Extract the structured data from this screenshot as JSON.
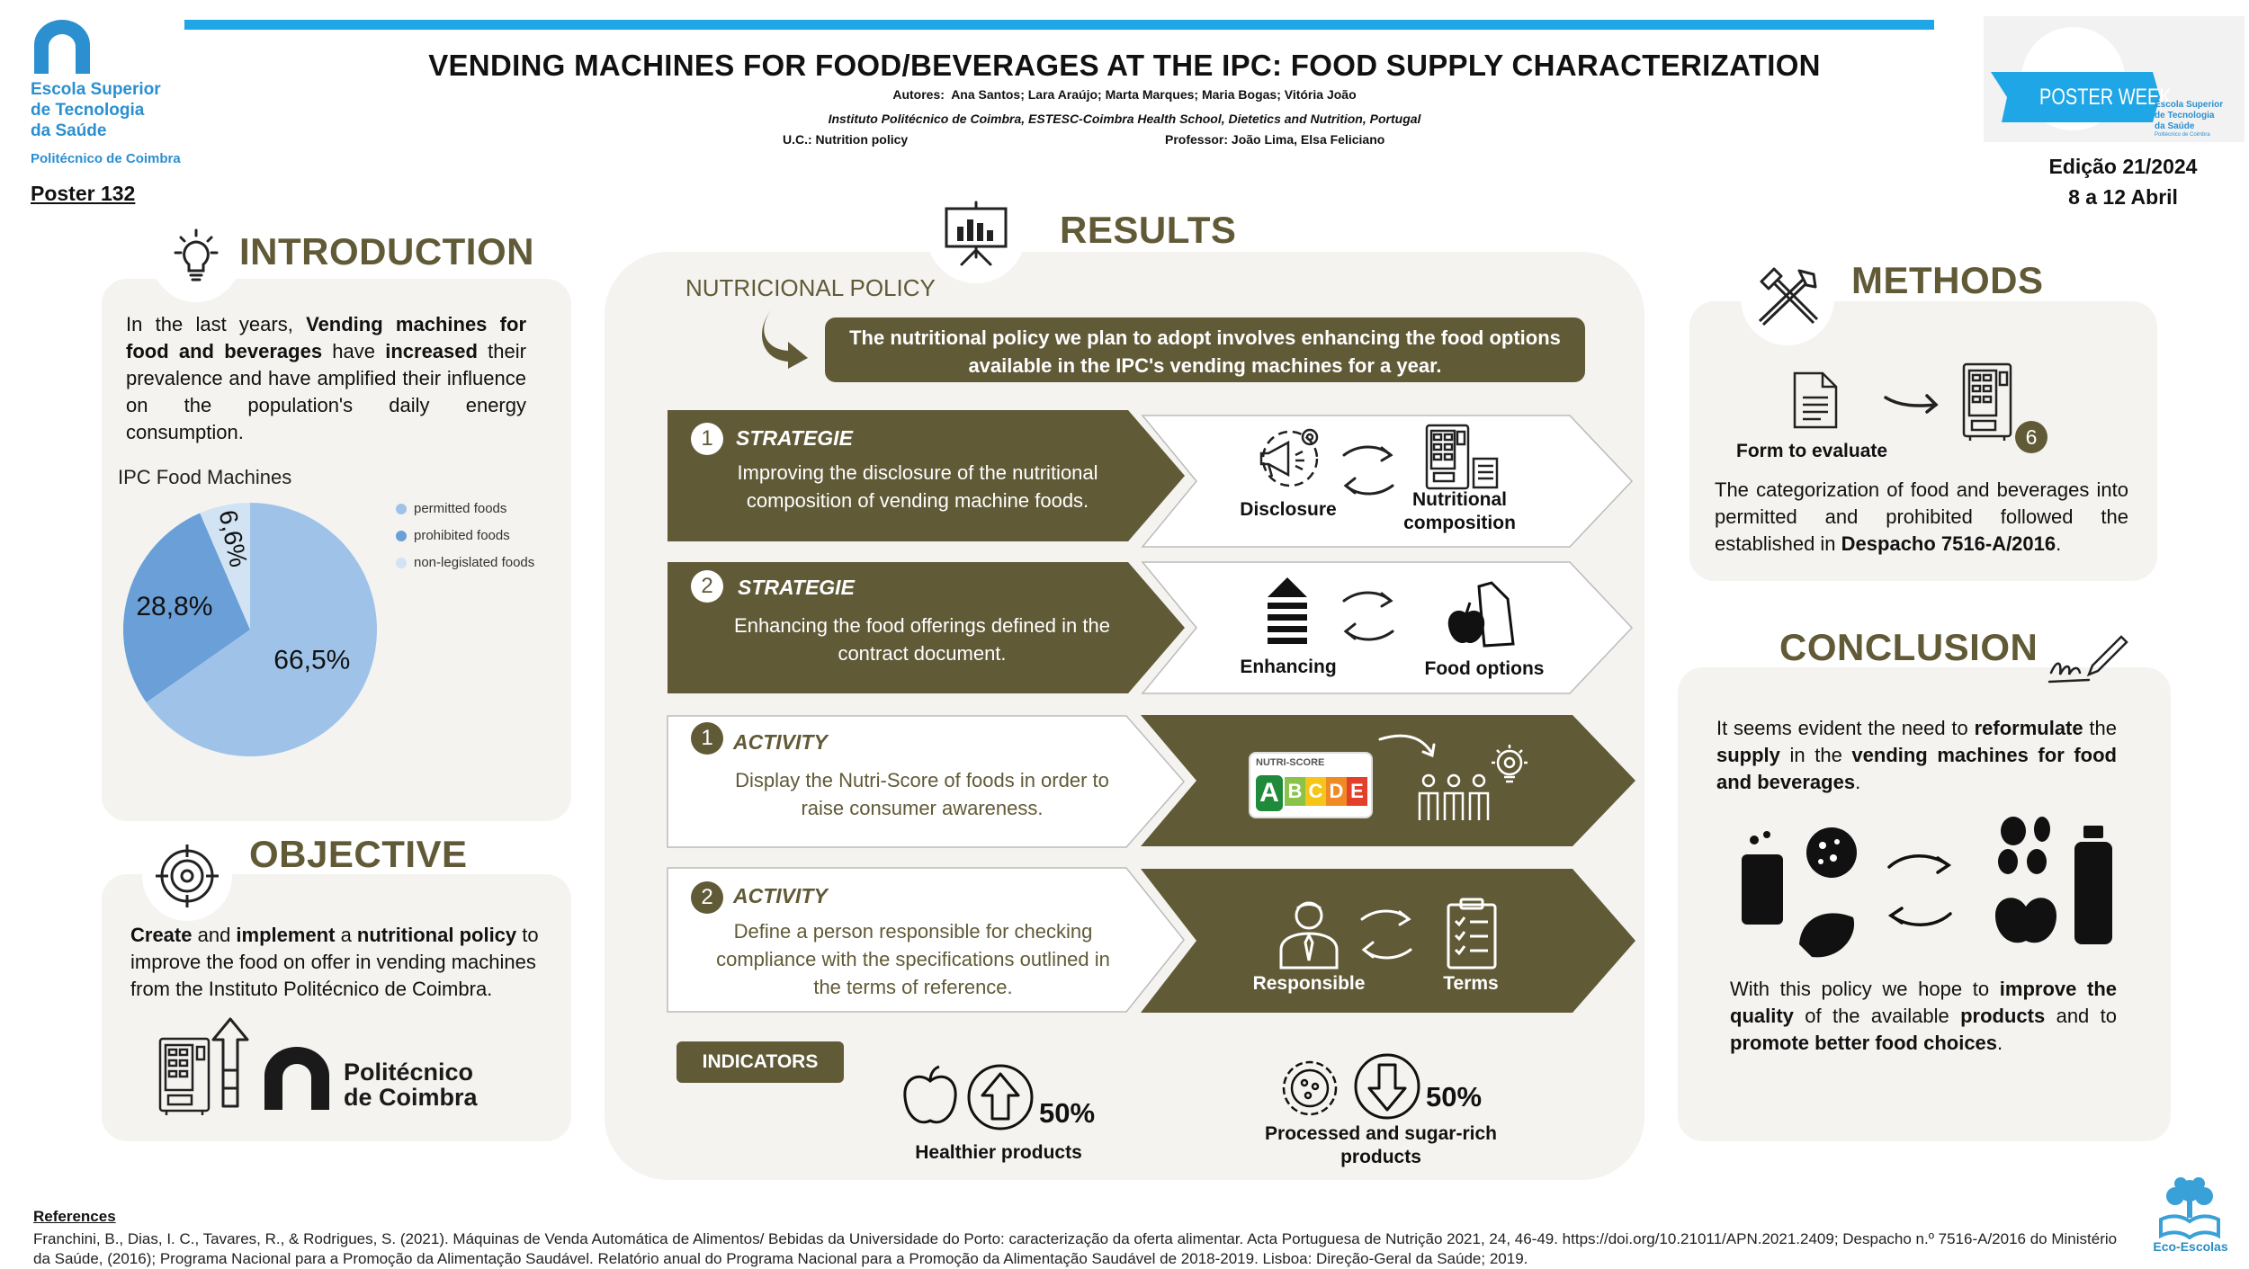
{
  "header": {
    "title": "VENDING MACHINES FOR FOOD/BEVERAGES AT THE IPC: FOOD SUPPLY CHARACTERIZATION",
    "authors_label": "Autores:",
    "authors": "Ana Santos; Lara Araújo; Marta Marques; Maria Bogas; Vitória João",
    "institution": "Instituto Politécnico de Coimbra, ESTESC-Coimbra Health School, Dietetics and Nutrition, Portugal",
    "uc": "U.C.: Nutrition policy",
    "professor": "Professor: João Lima, Elsa Feliciano"
  },
  "logo_left": {
    "line1": "Escola Superior",
    "line2": "de Tecnologia",
    "line3": "da Saúde",
    "line4": "Politécnico de Coimbra"
  },
  "poster_number": "Poster 132",
  "logo_right": {
    "banner": "POSTER WEEK",
    "sub1": "Escola Superior",
    "sub2": "de Tecnologia",
    "sub3": "da Saúde",
    "sub4": "Politécnico de Coimbra"
  },
  "edition": "Edição 21/2024",
  "dates": "8 a 12 Abril",
  "introduction": {
    "title": "INTRODUCTION",
    "t1": "In the last years, ",
    "b1": "Vending machines for food and beverages",
    "t2": " have ",
    "b2": "increased",
    "t3": " their prevalence and have amplified their influence on the population's daily energy consumption.",
    "chart_title": "IPC Food Machines"
  },
  "chart_data": {
    "type": "pie",
    "title": "IPC Food Machines",
    "categories": [
      "permitted foods",
      "prohibited foods",
      "non-legislated foods"
    ],
    "values": [
      66.5,
      28.8,
      6.6
    ],
    "labels": [
      "66,5%",
      "28,8%",
      "6,6%"
    ],
    "colors": [
      "#9fc3e8",
      "#6b9fd8",
      "#d2e3f4"
    ],
    "legend_position": "right"
  },
  "objective": {
    "title": "OBJECTIVE",
    "b1": "Create",
    "t1": " and ",
    "b2": "implement",
    "t2": " a ",
    "b3": "nutritional policy",
    "t3": " to improve the food on offer in vending machines from the Instituto Politécnico de Coimbra.",
    "logo_line1": "Politécnico",
    "logo_line2": "de Coimbra"
  },
  "results": {
    "title": "RESULTS",
    "policy_heading": "NUTRICIONAL POLICY",
    "policy_text": "The nutritional policy we plan to adopt involves enhancing the food options available in the IPC's vending machines for a year.",
    "rows": [
      {
        "num": "1",
        "label": "STRATEGIE",
        "text": "Improving the disclosure of the nutritional composition of vending machine foods.",
        "icon1": "Disclosure",
        "icon2": "Nutritional composition"
      },
      {
        "num": "2",
        "label": "STRATEGIE",
        "text": "Enhancing the food offerings defined in the contract document.",
        "icon1": "Enhancing",
        "icon2": "Food options"
      },
      {
        "num": "1",
        "label": "ACTIVITY",
        "text": "Display the Nutri-Score of foods in order to raise consumer awareness.",
        "nutri_label": "NUTRI-SCORE",
        "grades": [
          "A",
          "B",
          "C",
          "D",
          "E"
        ]
      },
      {
        "num": "2",
        "label": "ACTIVITY",
        "text": "Define a person responsible for checking compliance with the specifications outlined in the terms of reference.",
        "icon1": "Responsible",
        "icon2": "Terms"
      }
    ],
    "indicators_label": "INDICATORS",
    "ind1_value": "50%",
    "ind1_label": "Healthier products",
    "ind2_value": "50%",
    "ind2_label": "Processed and sugar-rich products"
  },
  "methods": {
    "title": "METHODS",
    "form_label": "Form to evaluate",
    "count": "6",
    "t1": "The categorization of food and beverages into permitted and prohibited followed the established in ",
    "b1": "Despacho 7516-A/2016",
    "t2": "."
  },
  "conclusion": {
    "title": "CONCLUSION",
    "t1": "It seems evident the need to ",
    "b1": "reformulate",
    "t2": " the ",
    "b2": "supply",
    "t3": " in the ",
    "b3": "vending machines for food and beverages",
    "t4": ".",
    "t5": "With this policy we hope to ",
    "b4": "improve the quality",
    "t6": " of the available ",
    "b5": "products",
    "t7": " and to ",
    "b6": "promote better food choices",
    "t8": "."
  },
  "references": {
    "title": "References",
    "text": "Franchini, B., Dias, I. C., Tavares, R., & Rodrigues, S. (2021). Máquinas de Venda Automática de Alimentos/ Bebidas da Universidade do Porto: caracterização da oferta alimentar. Acta Portuguesa de Nutrição 2021, 24, 46-49. https://doi.org/10.21011/APN.2021.2409; Despacho n.º 7516-A/2016 do Ministério da Saúde, (2016); Programa Nacional para a Promoção da Alimentação Saudável. Relatório anual do Programa Nacional para a Promoção da Alimentação Saudável de 2018-2019. Lisboa: Direção-Geral da Saúde; 2019."
  },
  "eco_logo": "Eco-Escolas",
  "colors": {
    "olive": "#615a37",
    "blue_bar": "#1ea6e6",
    "logo_blue": "#2b8fd0",
    "card_bg": "#f4f3f0"
  }
}
